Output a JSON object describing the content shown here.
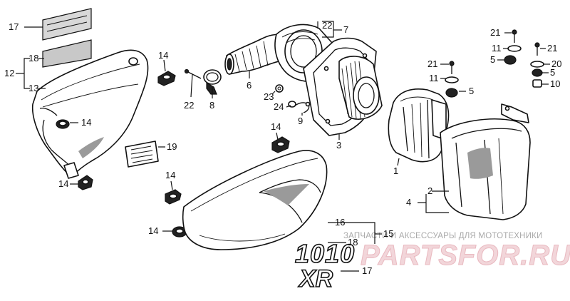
{
  "callouts": {
    "n17_top": "17",
    "n18": "18",
    "n12": "12",
    "n13": "13",
    "n14_cover": "14",
    "n14_side": "14",
    "n14_lower": "14",
    "n14_mid": "14",
    "n14_grom": "14",
    "n14_bottom": "14",
    "n19": "19",
    "n22_clip": "22",
    "n8": "8",
    "n6": "6",
    "n22_top": "22",
    "n7": "7",
    "n23": "23",
    "n24": "24",
    "n9": "9",
    "n3": "3",
    "n21_a": "21",
    "n11_a": "11",
    "n5_a": "5",
    "n21_b": "21",
    "n11_b": "11",
    "n5_b": "5",
    "n21_c": "21",
    "n20": "20",
    "n5_c": "5",
    "n10": "10",
    "n1": "1",
    "n2": "2",
    "n4": "4",
    "n16": "16",
    "n15": "15",
    "n18_b": "18",
    "n17_b": "17"
  },
  "emblems": {
    "model_number": "1010",
    "model_badge": "XR"
  },
  "watermark": {
    "caption": "ЗАПЧАСТИ И АКСЕССУАРЫ ДЛЯ МОТОТЕХНИКИ",
    "logo": "PARTSFOR.RU"
  }
}
